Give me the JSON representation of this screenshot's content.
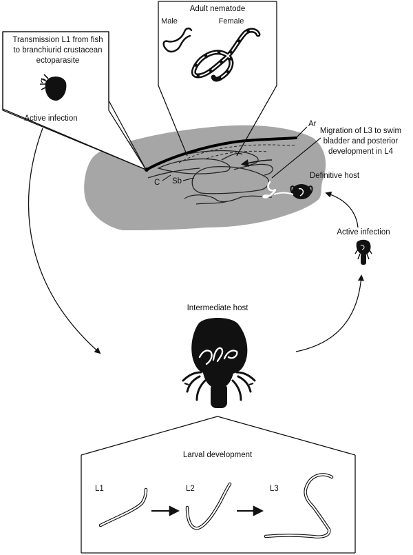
{
  "labels": {
    "adult_nematode": "Adult nematode",
    "male": "Male",
    "female": "Female",
    "transmission": [
      "Transmission L1 from fish",
      "to branchiurid crustacean",
      "ectoparasite"
    ],
    "active_infection_left": "Active infection",
    "ar": "Ar",
    "c": "C",
    "sb": "Sb",
    "migration": [
      "Migration of L3 to swim",
      "bladder and posterior",
      "development in L4"
    ],
    "definitive_host": "Definitive host",
    "active_infection_right": "Active infection",
    "intermediate_host": "Intermediate host",
    "larval_development": "Larval development",
    "l1": "L1",
    "l2": "L2",
    "l3": "L3"
  },
  "colors": {
    "fish": "#a6a6a6",
    "ink": "#111111",
    "paper": "#ffffff"
  }
}
